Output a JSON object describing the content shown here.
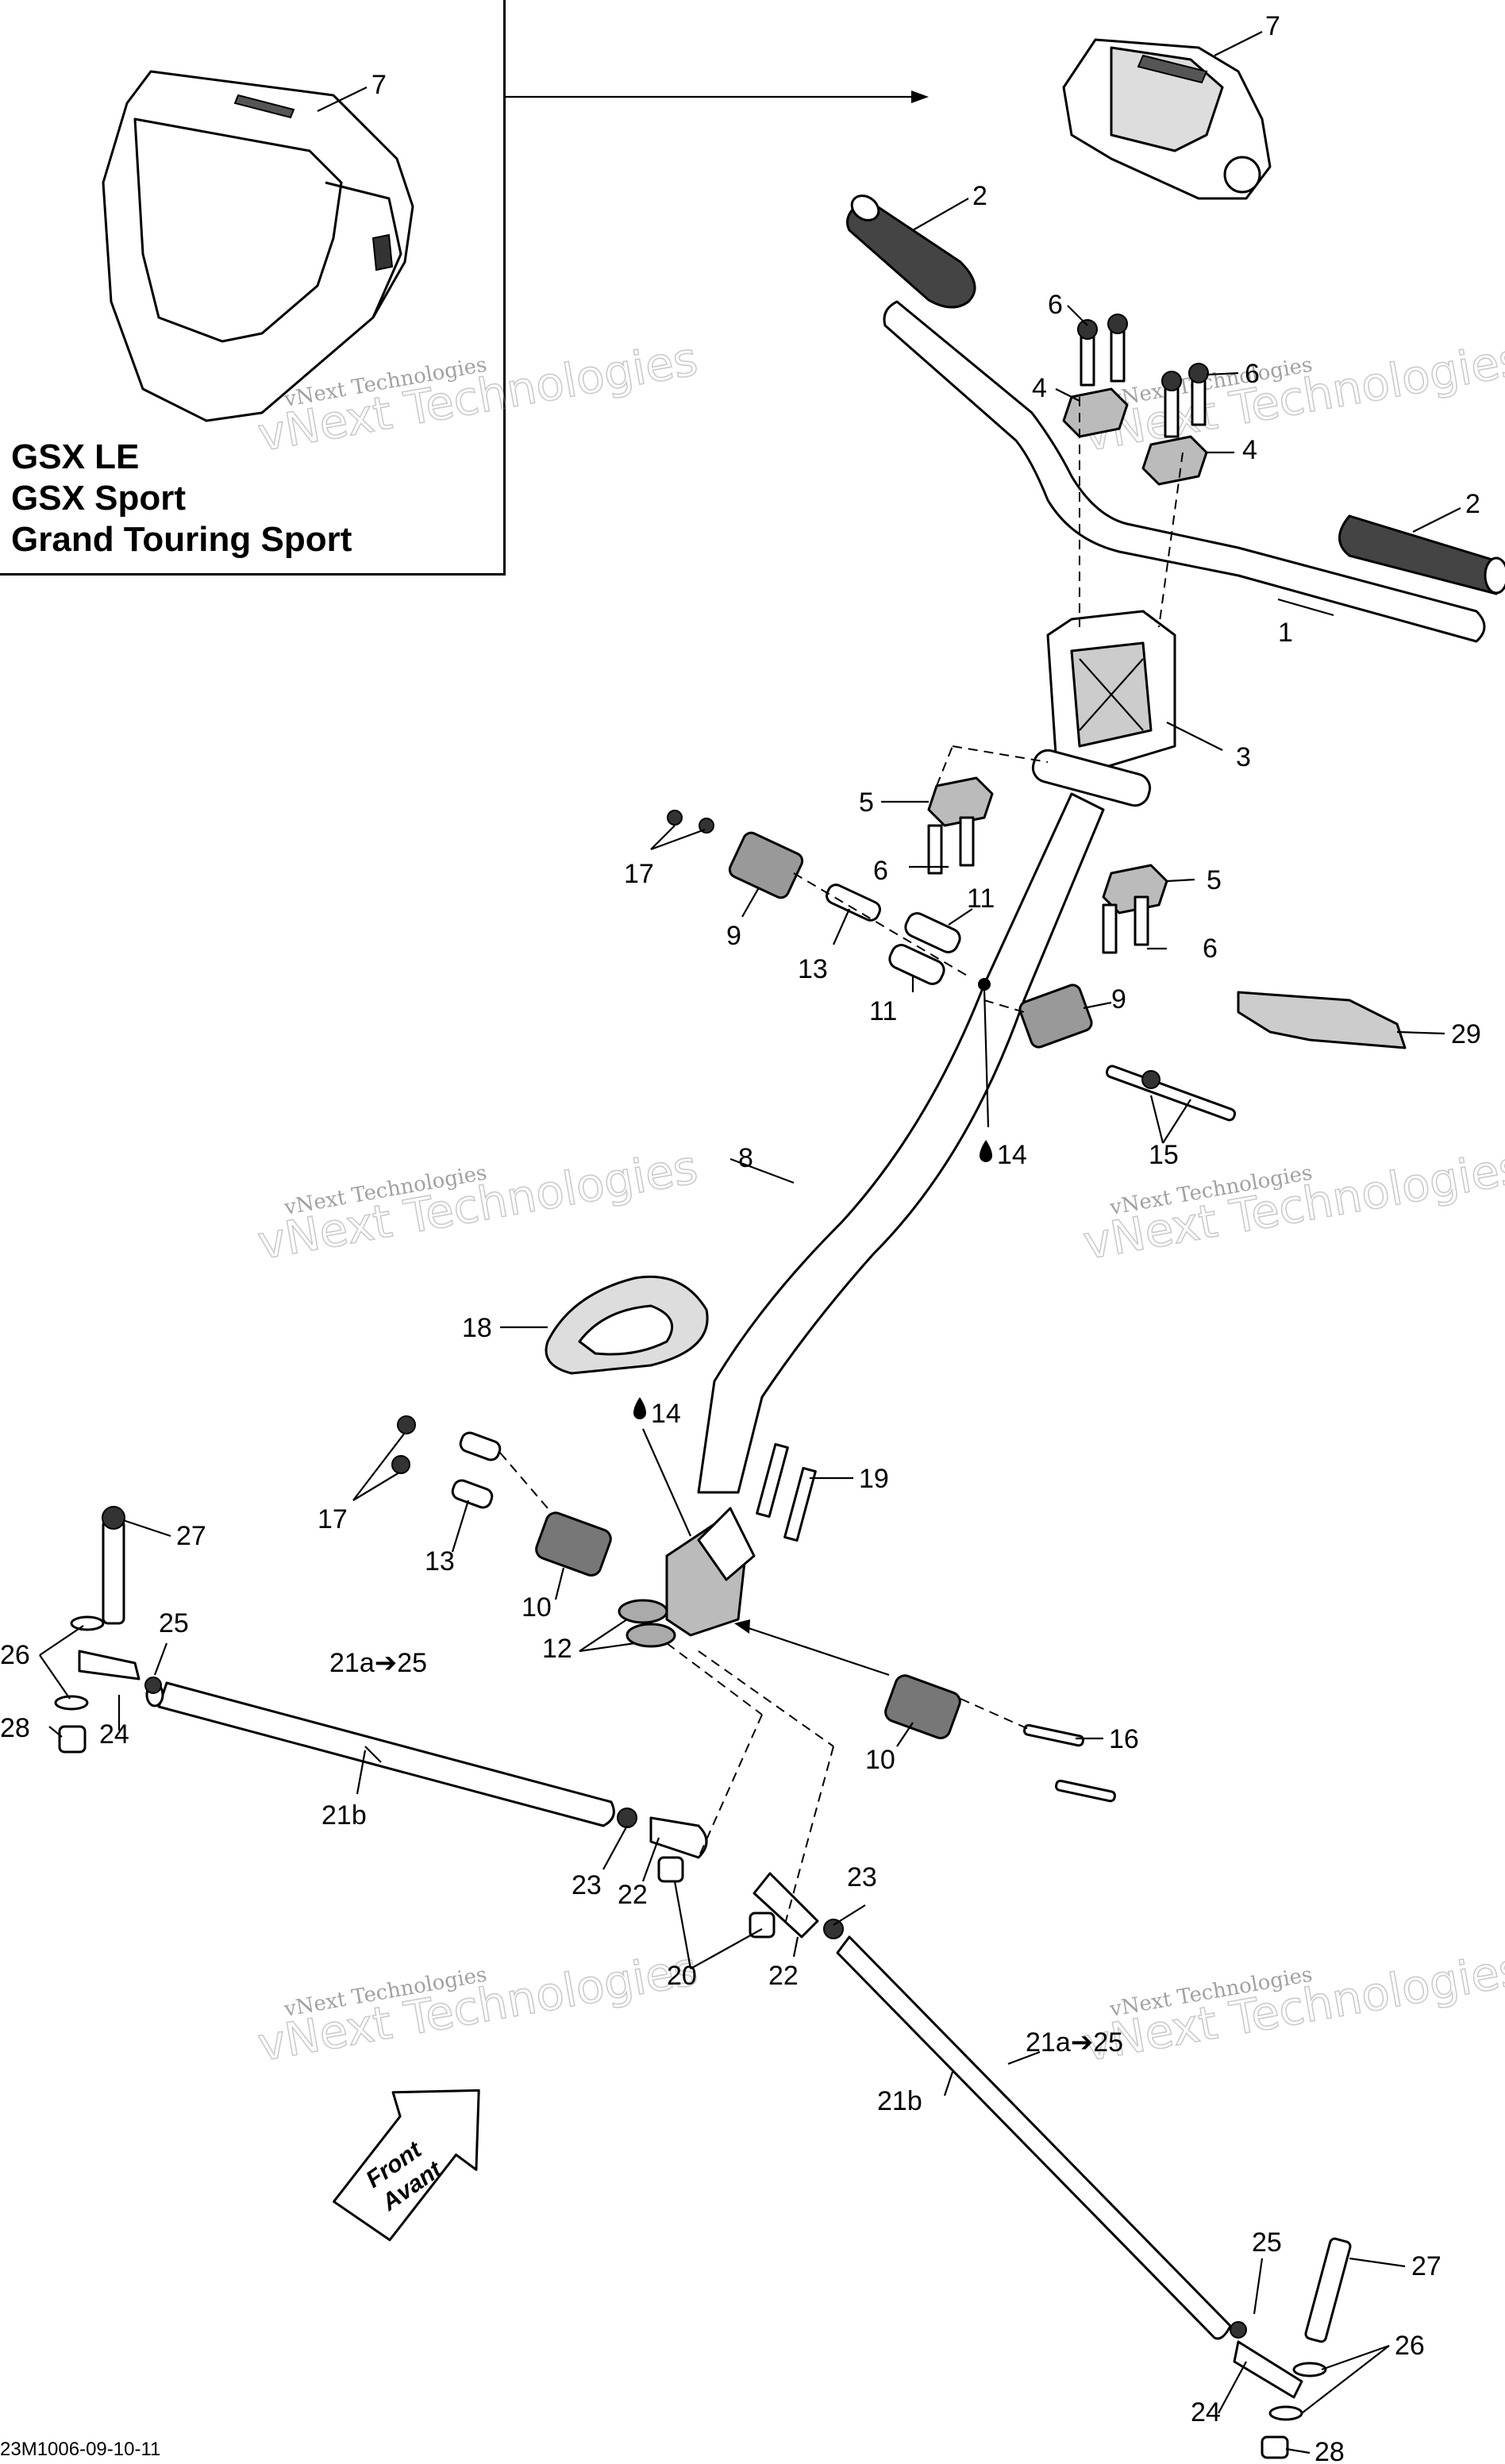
{
  "inset": {
    "models": [
      "GSX LE",
      "GSX Sport",
      "Grand Touring Sport"
    ]
  },
  "watermark": {
    "small": "vNext Technologies",
    "big": "vNext Technologies"
  },
  "front_label": {
    "line1": "Front",
    "line2": "Avant"
  },
  "drawing_code": "23M1006-09-10-11",
  "callouts": {
    "c7a": "7",
    "c7b": "7",
    "c2a": "2",
    "c2b": "2",
    "c6a": "6",
    "c6b": "6",
    "c6c": "6",
    "c6d": "6",
    "c4a": "4",
    "c4b": "4",
    "c1": "1",
    "c3": "3",
    "c5a": "5",
    "c5b": "5",
    "c17a": "17",
    "c17b": "17",
    "c9a": "9",
    "c9b": "9",
    "c11a": "11",
    "c11b": "11",
    "c13a": "13",
    "c13b": "13",
    "c14a": "14",
    "c14b": "14",
    "c15": "15",
    "c29": "29",
    "c8": "8",
    "c18": "18",
    "c19": "19",
    "c10a": "10",
    "c10b": "10",
    "c12": "12",
    "c16": "16",
    "c27a": "27",
    "c27b": "27",
    "c25a": "25",
    "c25b": "25",
    "c26a": "26",
    "c26b": "26",
    "c28a": "28",
    "c28b": "28",
    "c24a": "24",
    "c24b": "24",
    "c21a1": "21a➔25",
    "c21a2": "21a➔25",
    "c21b1": "21b",
    "c21b2": "21b",
    "c23a": "23",
    "c23b": "23",
    "c22a": "22",
    "c22b": "22",
    "c20": "20"
  }
}
